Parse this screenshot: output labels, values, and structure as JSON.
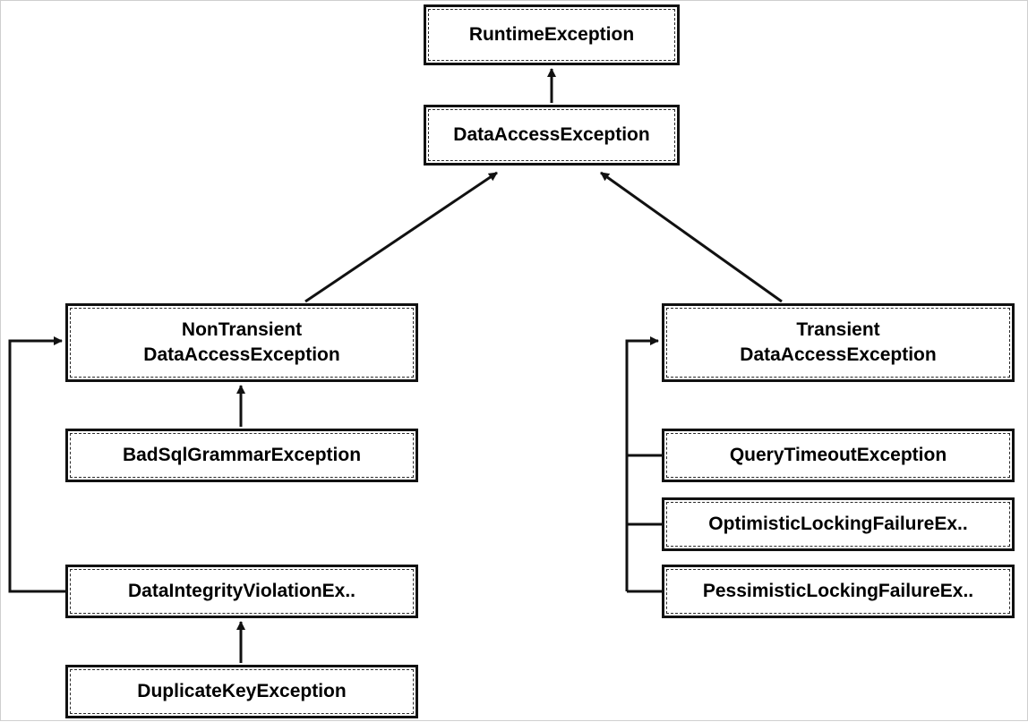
{
  "colors": {
    "stroke": "#111111",
    "text": "#000000",
    "background": "#ffffff"
  },
  "nodes": {
    "runtime_exception": {
      "label": "RuntimeException"
    },
    "data_access_exception": {
      "label": "DataAccessException"
    },
    "non_transient": {
      "line1": "NonTransient",
      "line2": "DataAccessException"
    },
    "transient": {
      "line1": "Transient",
      "line2": "DataAccessException"
    },
    "bad_sql_grammar": {
      "label": "BadSqlGrammarException"
    },
    "data_integrity_violation": {
      "label": "DataIntegrityViolationEx.."
    },
    "duplicate_key": {
      "label": "DuplicateKeyException"
    },
    "query_timeout": {
      "label": "QueryTimeoutException"
    },
    "optimistic_locking": {
      "label": "OptimisticLockingFailureEx.."
    },
    "pessimistic_locking": {
      "label": "PessimisticLockingFailureEx.."
    }
  },
  "edges": [
    {
      "from": "data_access_exception",
      "to": "runtime_exception"
    },
    {
      "from": "non_transient",
      "to": "data_access_exception"
    },
    {
      "from": "transient",
      "to": "data_access_exception"
    },
    {
      "from": "bad_sql_grammar",
      "to": "non_transient"
    },
    {
      "from": "data_integrity_violation",
      "to": "non_transient"
    },
    {
      "from": "duplicate_key",
      "to": "data_integrity_violation"
    },
    {
      "from": "query_timeout",
      "to": "transient"
    },
    {
      "from": "optimistic_locking",
      "to": "transient"
    },
    {
      "from": "pessimistic_locking",
      "to": "transient"
    }
  ]
}
